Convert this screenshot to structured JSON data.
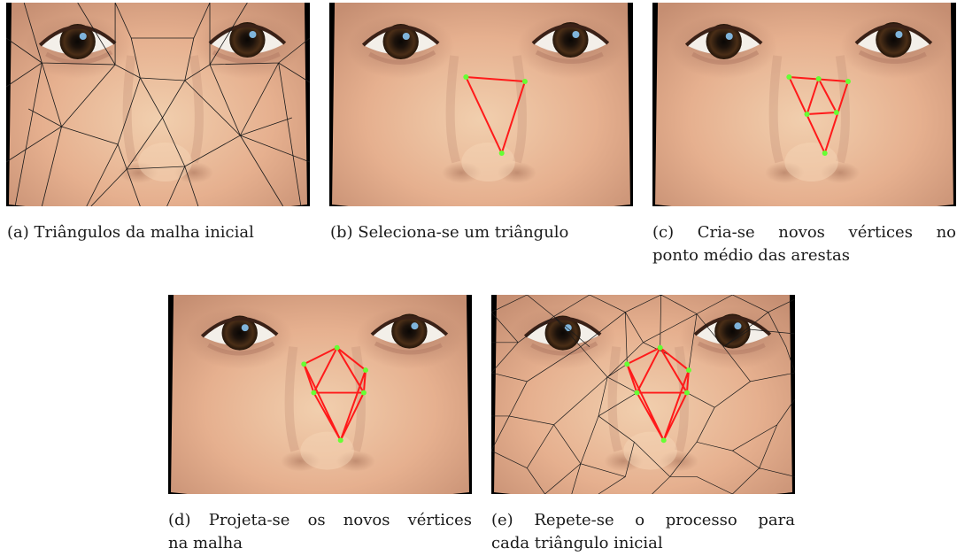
{
  "captions": {
    "a": {
      "lines": [
        "(a) Triângulos da malha inicial"
      ]
    },
    "b": {
      "lines": [
        "(b) Seleciona-se um triângulo"
      ]
    },
    "c": {
      "lines": [
        "(c) Cria-se novos vértices no",
        "ponto médio das arestas"
      ]
    },
    "d": {
      "lines": [
        "(d) Projeta-se os novos vértices",
        "na malha"
      ]
    },
    "e": {
      "lines": [
        "(e) Repete-se o processo para",
        "cada triângulo inicial"
      ]
    }
  },
  "colors": {
    "mesh": "#1a1a1a",
    "selected_edge": "#ff1a1a",
    "vertex": "#66ff33",
    "background": "#000000"
  }
}
